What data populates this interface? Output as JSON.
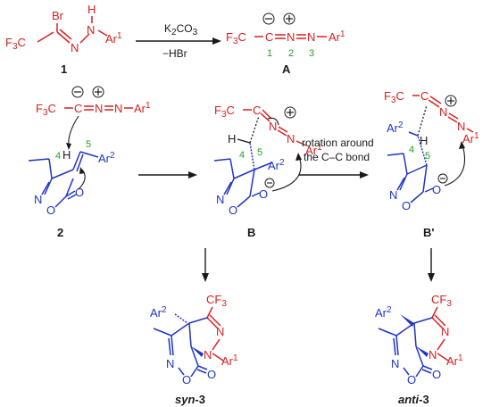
{
  "labels": {
    "compound_1": "1",
    "compound_A": "A",
    "compound_2": "2",
    "compound_B": "B",
    "compound_Bp": "B'",
    "product_syn_italic": "syn",
    "product_syn_num": "-3",
    "product_anti_italic": "anti",
    "product_anti_num": "-3"
  },
  "reagents": {
    "base": "K2CO3",
    "base_main": "K",
    "base_sub": "2",
    "base_tail": "CO",
    "base_sub2": "3",
    "loss": "−HBr"
  },
  "atoms": {
    "br": "Br",
    "f3c": "F3C",
    "f3c_main": "F",
    "f3c_sub": "3",
    "f3c_c": "C",
    "cf3_main": "CF",
    "cf3_sub": "3",
    "n": "N",
    "h": "H",
    "o": "O",
    "ar": "Ar",
    "sup1": "1",
    "sup2": "2"
  },
  "numbering": {
    "n1": "1",
    "n2": "2",
    "n3": "3",
    "c4": "4",
    "c5": "5"
  },
  "rotation_note": {
    "line1": "rotation around",
    "line2": "the C–C bond"
  },
  "colors": {
    "red": "#d82020",
    "blue": "#1f35c8",
    "green": "#22a022",
    "black": "#1a1a1a"
  }
}
